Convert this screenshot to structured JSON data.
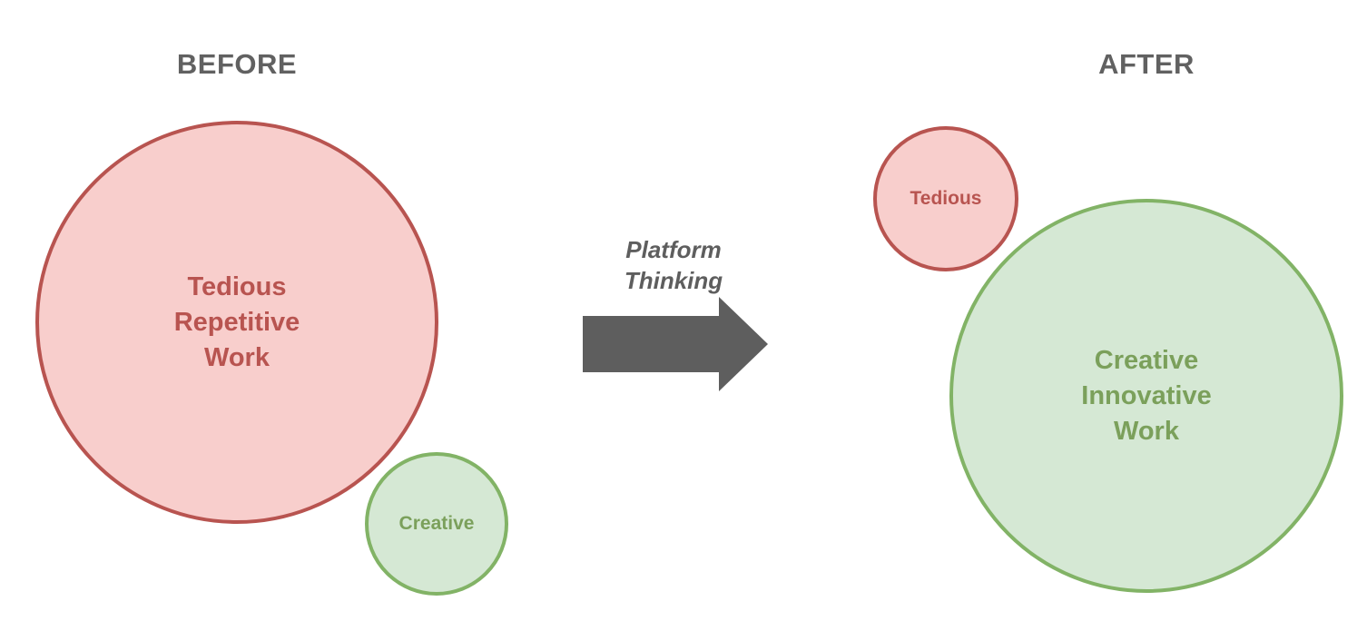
{
  "before": {
    "title": "BEFORE",
    "tedious_circle": {
      "lines": [
        "Tedious",
        "Repetitive",
        "Work"
      ]
    },
    "creative_circle": {
      "label": "Creative"
    }
  },
  "after": {
    "title": "AFTER",
    "tedious_circle": {
      "label": "Tedious"
    },
    "creative_circle": {
      "lines": [
        "Creative",
        "Innovative",
        "Work"
      ]
    }
  },
  "arrow": {
    "label_lines": [
      "Platform",
      "Thinking"
    ]
  },
  "colors": {
    "red_fill": "#f8cecc",
    "red_stroke": "#b85450",
    "red_text": "#b85450",
    "green_fill": "#d5e8d4",
    "green_stroke": "#82b366",
    "green_text": "#7ba05b",
    "arrow_gray": "#5e5e5e",
    "title_gray": "#616161"
  }
}
